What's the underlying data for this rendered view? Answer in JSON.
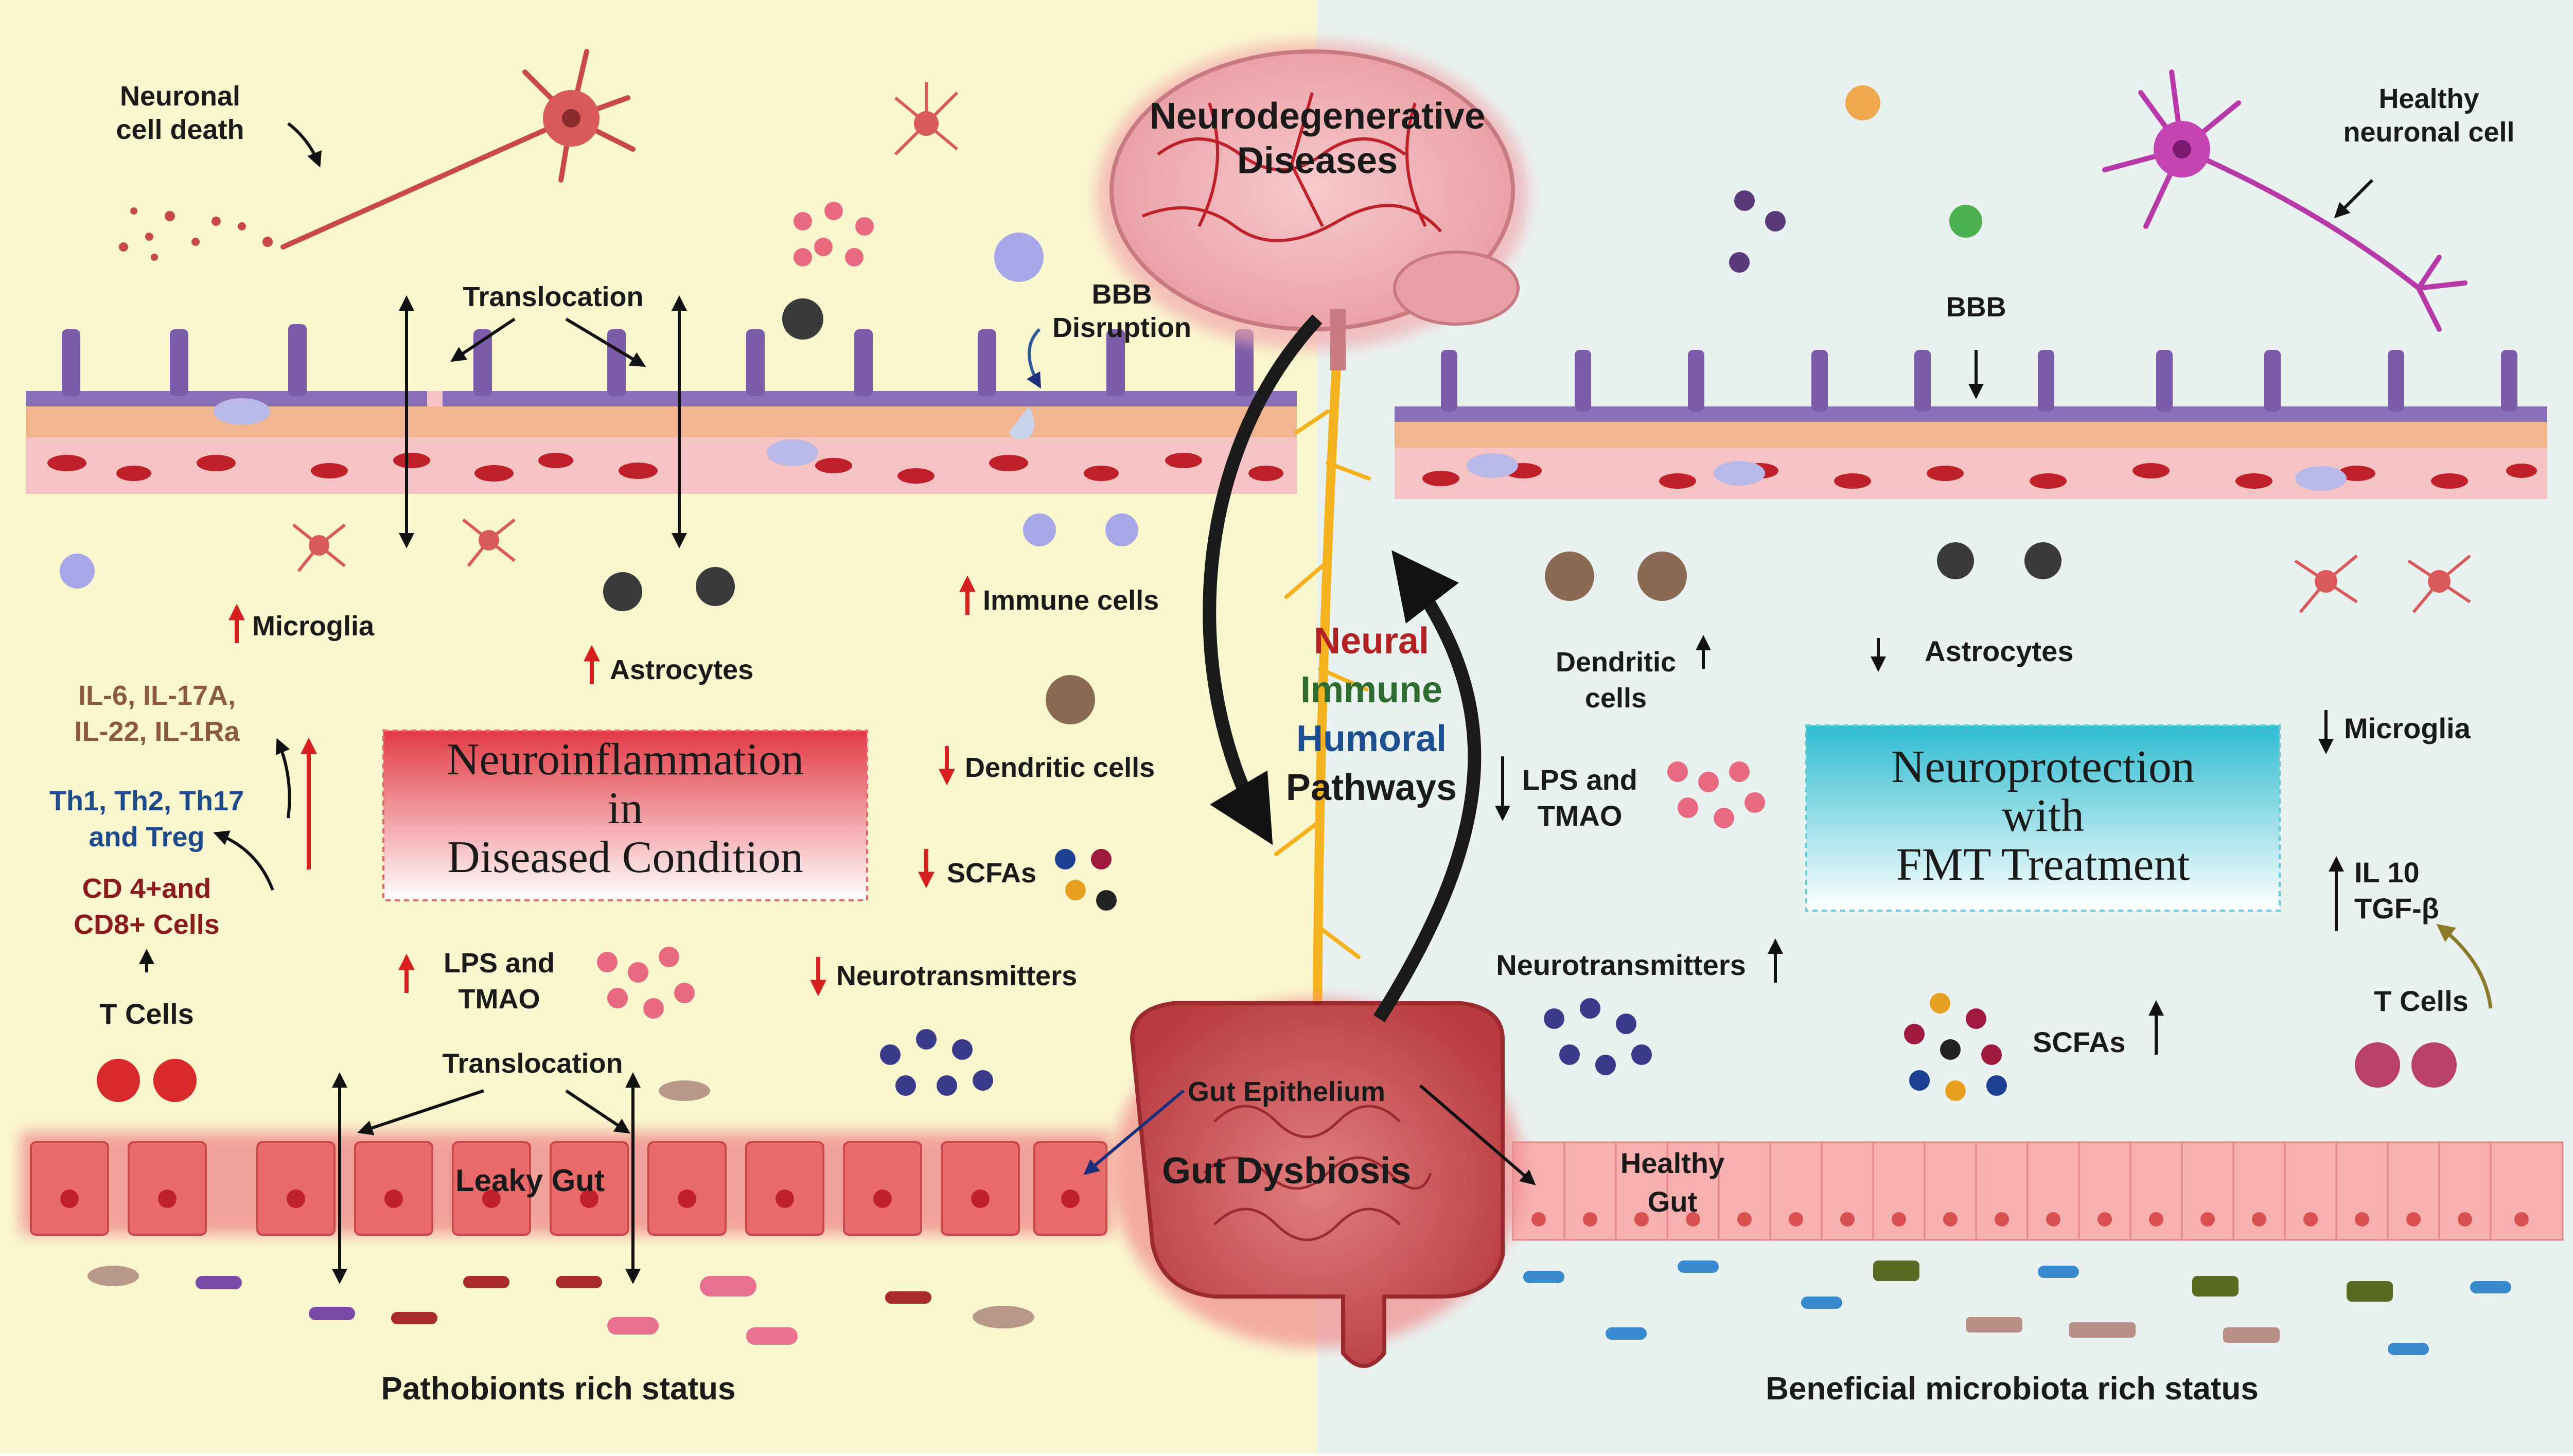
{
  "colors": {
    "left_bg": "#faf7cf",
    "right_bg": "#e9f2f0",
    "dark_text": "#1a1a1a",
    "cytokine_brown": "#8b5a3c",
    "th_blue": "#1c4a8c",
    "cd_red": "#8b1a1a",
    "neural_red": "#b22222",
    "immune_green": "#2e6b2e",
    "humoral_blue": "#1d4f91",
    "up_arrow_red": "#d62020",
    "neuroinflam_box": "#e8484f",
    "neuroprot_box": "#3cc4d2",
    "vagus_yellow": "#f4b21e",
    "gut_red": "#c94b4b",
    "endothelium_purple": "#7b5ca8",
    "rbc_red": "#c0202a"
  },
  "labels": {
    "neuronal_cell_death": [
      "Neuronal",
      "cell death"
    ],
    "healthy_neuronal_cell": [
      "Healthy",
      "neuronal cell"
    ],
    "translocation_top": "Translocation",
    "translocation_bottom": "Translocation",
    "bbb_disruption": [
      "BBB",
      "Disruption"
    ],
    "bbb": "BBB",
    "neurodegenerative": [
      "Neurodegenerative",
      "Diseases"
    ],
    "microglia_left": "Microglia",
    "astrocytes_left": "Astrocytes",
    "immune_cells": "Immune cells",
    "dendritic_left": "Dendritic cells",
    "scfas_left": "SCFAs",
    "neurotransmitters_left": "Neurotransmitters",
    "lps_left": [
      "LPS and",
      "TMAO"
    ],
    "cytokines": [
      "IL-6, IL-17A,",
      "IL-22, IL-1Ra"
    ],
    "th_cells": [
      "Th1, Th2, Th17",
      "and Treg"
    ],
    "cd_cells": [
      "CD 4+and",
      "CD8+ Cells"
    ],
    "t_cells_left": "T Cells",
    "neuroinflammation_box": [
      "Neuroinflammation",
      "in",
      "Diseased Condition"
    ],
    "leaky_gut": "Leaky Gut",
    "pathobionts": "Pathobionts rich status",
    "pathways": [
      "Neural",
      "Immune",
      "Humoral",
      "Pathways"
    ],
    "gut_epithelium": "Gut Epithelium",
    "gut_dysbiosis": "Gut Dysbiosis",
    "healthy_gut": [
      "Healthy",
      "Gut"
    ],
    "dendritic_right": [
      "Dendritic",
      "cells"
    ],
    "astrocytes_right": "Astrocytes",
    "microglia_right": "Microglia",
    "lps_right": [
      "LPS and",
      "TMAO"
    ],
    "neuroprotection_box": [
      "Neuroprotection",
      "with",
      "FMT Treatment"
    ],
    "il10": [
      "IL 10",
      "TGF-β"
    ],
    "neurotransmitters_right": "Neurotransmitters",
    "scfas_right": "SCFAs",
    "t_cells_right": "T Cells",
    "beneficial": "Beneficial microbiota rich status"
  }
}
